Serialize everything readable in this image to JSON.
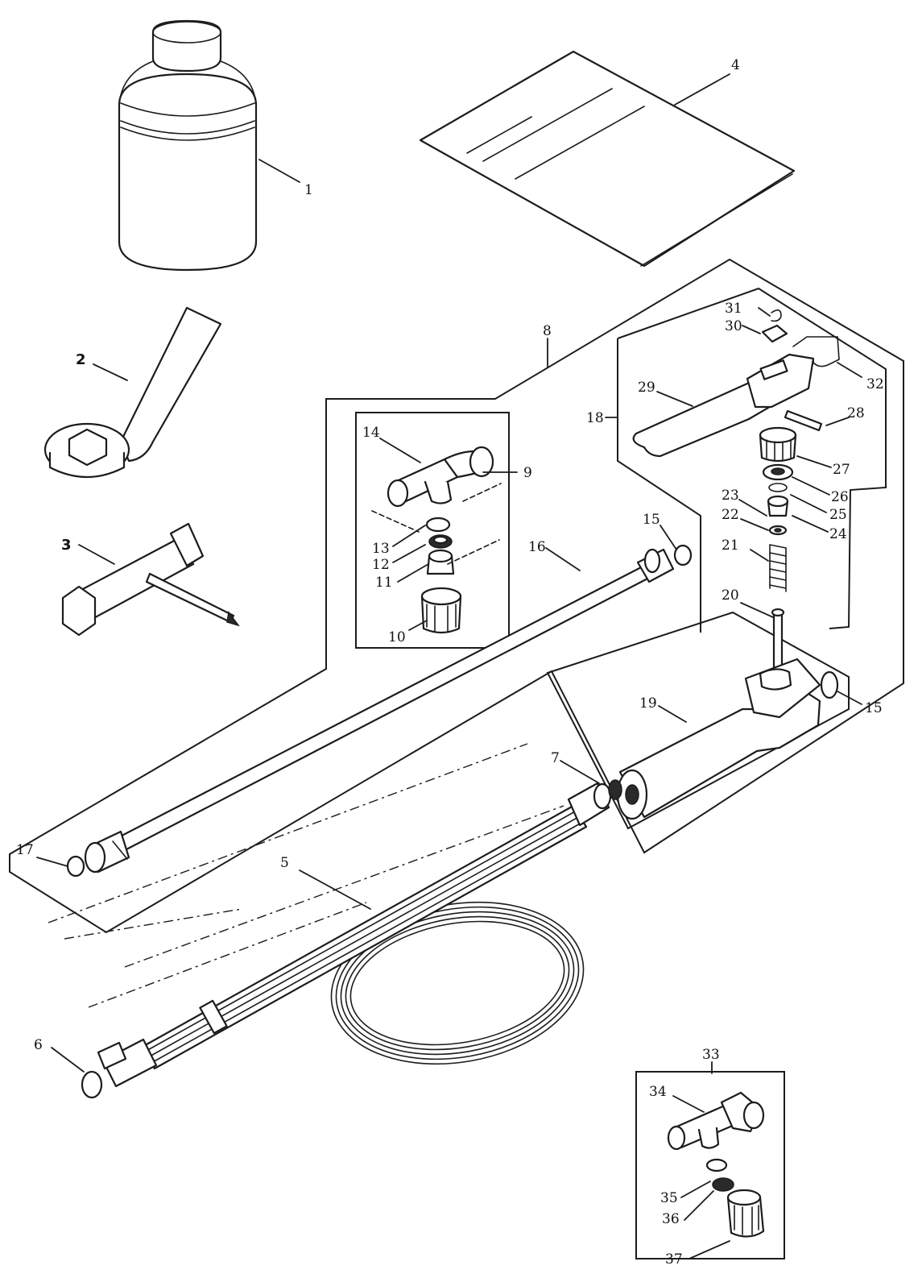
{
  "callouts": {
    "c1": "1",
    "c2": "2",
    "c3": "3",
    "c4": "4",
    "c5": "5",
    "c6": "6",
    "c7": "7",
    "c8": "8",
    "c9": "9",
    "c10": "10",
    "c11": "11",
    "c12": "12",
    "c13": "13",
    "c14": "14",
    "c15a": "15",
    "c15b": "15",
    "c16": "16",
    "c17": "17",
    "c18": "18",
    "c19": "19",
    "c20": "20",
    "c21": "21",
    "c22": "22",
    "c23": "23",
    "c24": "24",
    "c25": "25",
    "c26": "26",
    "c27": "27",
    "c28": "28",
    "c29": "29",
    "c30": "30",
    "c31": "31",
    "c32": "32",
    "c33": "33",
    "c34": "34",
    "c35": "35",
    "c36": "36",
    "c37": "37"
  },
  "colors": {
    "ink": "#1c1c1c",
    "paper": "#ffffff"
  }
}
